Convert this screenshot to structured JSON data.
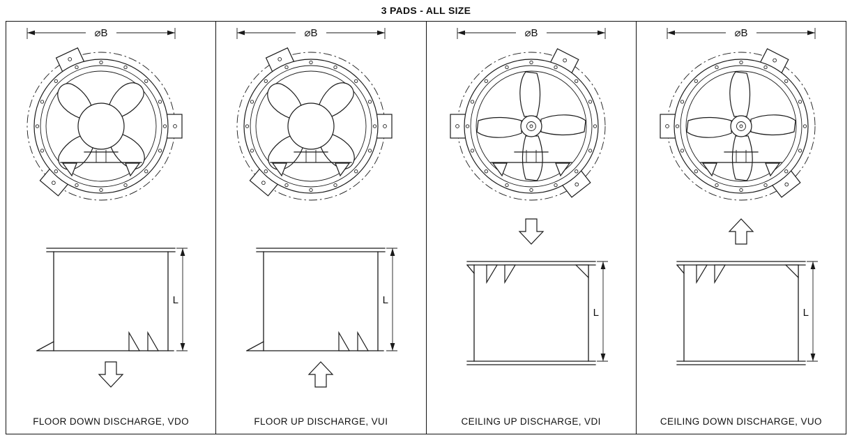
{
  "title": "3 PADS - ALL SIZE",
  "dimensions": {
    "diameter": "⌀B",
    "length": "L"
  },
  "panels": [
    {
      "label": "FLOOR DOWN DISCHARGE, VDO",
      "mount": "floor",
      "discharge_arrow": "down",
      "arrow_position": "below"
    },
    {
      "label": "FLOOR UP DISCHARGE, VUI",
      "mount": "floor",
      "discharge_arrow": "up",
      "arrow_position": "below"
    },
    {
      "label": "CEILING UP DISCHARGE, VDI",
      "mount": "ceiling",
      "discharge_arrow": "down",
      "arrow_position": "above"
    },
    {
      "label": "CEILING DOWN DISCHARGE, VUO",
      "mount": "ceiling",
      "discharge_arrow": "up",
      "arrow_position": "above"
    }
  ],
  "colors": {
    "line": "#1a1a1a",
    "background": "#ffffff"
  }
}
